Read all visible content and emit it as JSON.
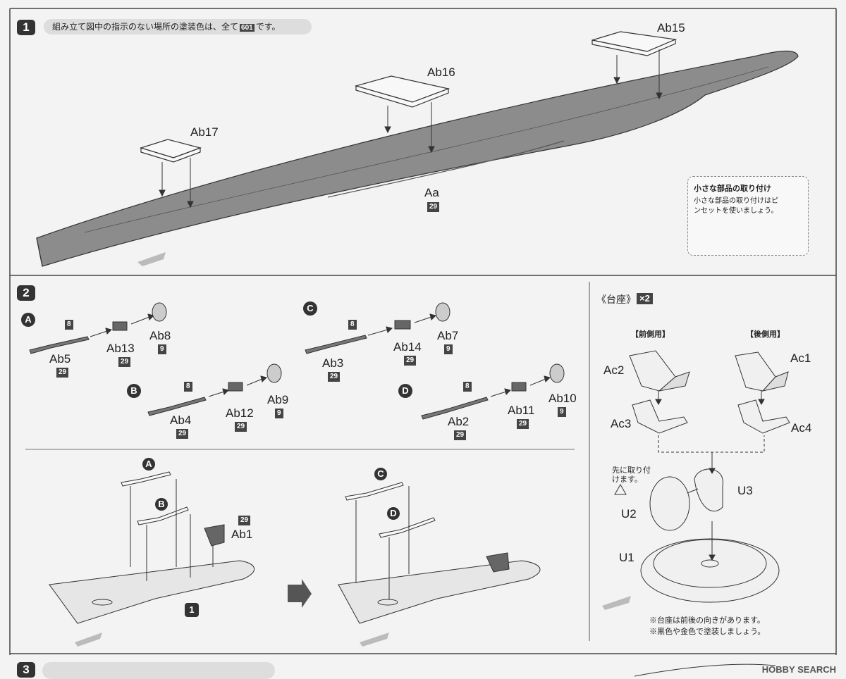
{
  "step1": {
    "number": "1",
    "note_prefix": "組み立て図中の指示のない場所の塗装色は、全て",
    "note_code": "601",
    "note_suffix": "です。",
    "parts": [
      "Ab15",
      "Ab16",
      "Ab17",
      "Aa"
    ],
    "hull_color_code": "29",
    "tip_title": "小さな部品の取り付け",
    "tip_body": "小さな部品の取り付けはピンセットを使いましょう。"
  },
  "step2": {
    "number": "2",
    "subassemblies": [
      {
        "letter": "A",
        "shaft": "Ab5",
        "shaft_code": "29",
        "rod_code": "8",
        "mount": "Ab13",
        "mount_code": "29",
        "prop": "Ab8",
        "prop_code": "9"
      },
      {
        "letter": "B",
        "shaft": "Ab4",
        "shaft_code": "29",
        "rod_code": "8",
        "mount": "Ab12",
        "mount_code": "29",
        "prop": "Ab9",
        "prop_code": "9"
      },
      {
        "letter": "C",
        "shaft": "Ab3",
        "shaft_code": "29",
        "rod_code": "8",
        "mount": "Ab14",
        "mount_code": "29",
        "prop": "Ab7",
        "prop_code": "9"
      },
      {
        "letter": "D",
        "shaft": "Ab2",
        "shaft_code": "29",
        "rod_code": "8",
        "mount": "Ab11",
        "mount_code": "29",
        "prop": "Ab10",
        "prop_code": "9"
      }
    ],
    "rudder": "Ab1",
    "rudder_code": "29",
    "ref_step": "1"
  },
  "stand": {
    "title": "《台座》",
    "count": "×2",
    "front_label": "【前側用】",
    "rear_label": "【後側用】",
    "parts": [
      "Ac2",
      "Ac3",
      "Ac1",
      "Ac4",
      "U2",
      "U3",
      "U1"
    ],
    "first_note": "先に取り付けます。",
    "note1": "※台座は前後の向きがあります。",
    "note2": "※黒色や金色で塗装しましょう。"
  },
  "step3": {
    "number": "3"
  },
  "watermark": "HOBBY SEARCH"
}
